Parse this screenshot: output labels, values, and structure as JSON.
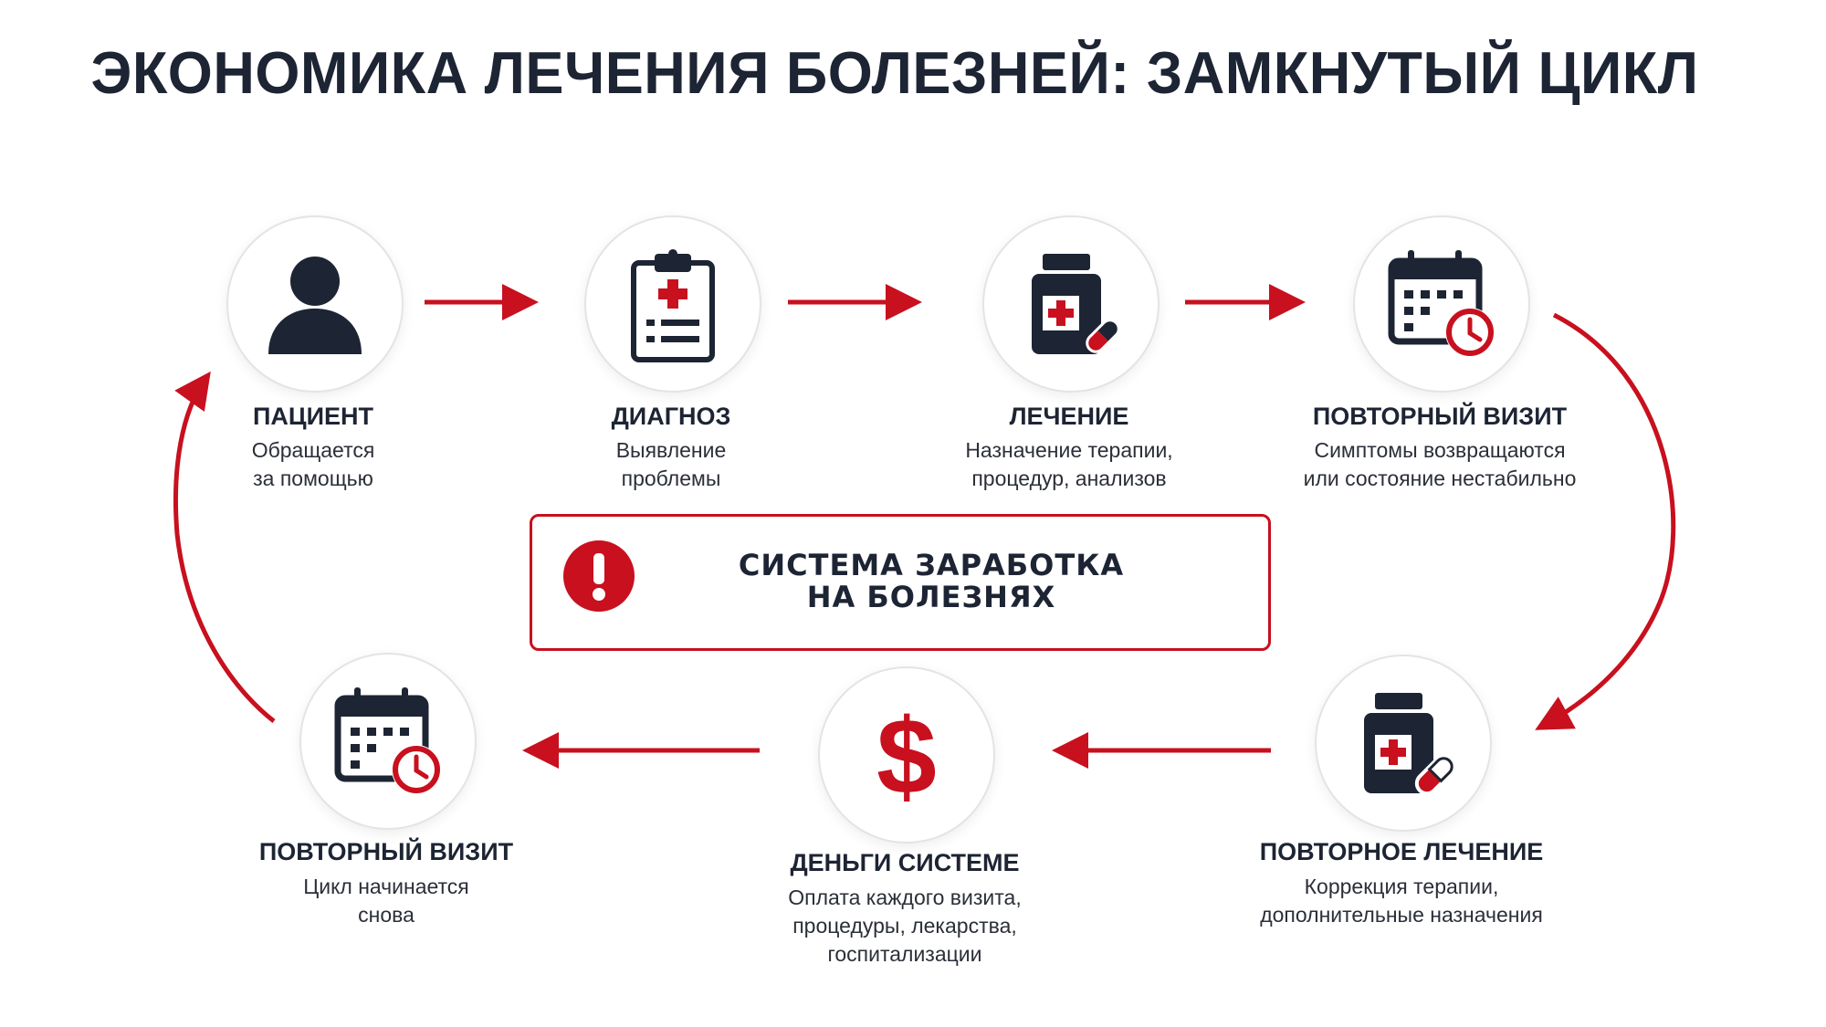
{
  "title": "ЭКОНОМИКА ЛЕЧЕНИЯ БОЛЕЗНЕЙ: ЗАМКНУТЫЙ ЦИКЛ",
  "colors": {
    "accent": "#c8101e",
    "dark": "#1d2433",
    "circle_border": "#e4e4e4"
  },
  "steps": [
    {
      "icon": "user-icon",
      "title": "ПАЦИЕНТ",
      "desc_1": "Обращается",
      "desc_2": "за помощью"
    },
    {
      "icon": "clipboard-icon",
      "title": "ДИАГНОЗ",
      "desc_1": "Выявление",
      "desc_2": "проблемы"
    },
    {
      "icon": "medicine-bottle-icon",
      "title": "ЛЕЧЕНИЕ",
      "desc_1": "Назначение терапии,",
      "desc_2": "процедур, анализов"
    },
    {
      "icon": "calendar-clock-icon",
      "title": "ПОВТОРНЫЙ ВИЗИТ",
      "desc_1": "Симптомы возвращаются",
      "desc_2": "или состояние нестабильно"
    },
    {
      "icon": "medicine-bottle-icon",
      "title": "ПОВТОРНОЕ ЛЕЧЕНИЕ",
      "desc_1": "Коррекция терапии,",
      "desc_2": "дополнительные назначения"
    },
    {
      "icon": "dollar-icon",
      "title": "ДЕНЬГИ СИСТЕМЕ",
      "desc_1": "Оплата каждого визита,",
      "desc_2": "процедуры, лекарства,",
      "desc_3": "госпитализации"
    },
    {
      "icon": "calendar-clock-icon",
      "title": "ПОВТОРНЫЙ ВИЗИТ",
      "desc_1": "Цикл начинается",
      "desc_2": "снова"
    }
  ],
  "center": {
    "icon": "exclamation-icon",
    "line_1": "СИСТЕМА ЗАРАБОТКА",
    "line_2": "НА БОЛЕЗНЯХ"
  }
}
